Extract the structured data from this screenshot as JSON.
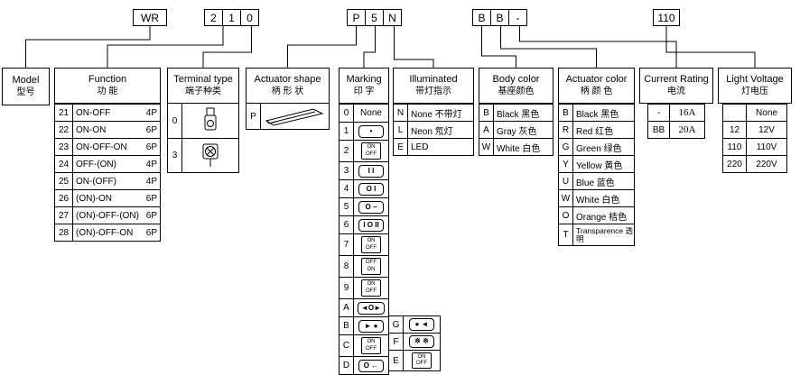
{
  "code": {
    "model": "WR",
    "function_terminal": [
      "2",
      "1",
      "0"
    ],
    "shape_marking_illum": [
      "P",
      "5",
      "N"
    ],
    "color_rating": [
      "B",
      "B",
      "-"
    ],
    "voltage": "110"
  },
  "columns": {
    "model": {
      "title": "Model",
      "subtitle": "型号"
    },
    "function": {
      "title": "Function",
      "subtitle": "功 能",
      "rows": [
        {
          "code": "21",
          "label": "ON-OFF",
          "poles": "4P"
        },
        {
          "code": "22",
          "label": "ON-ON",
          "poles": "6P"
        },
        {
          "code": "23",
          "label": "ON-OFF-ON",
          "poles": "6P"
        },
        {
          "code": "24",
          "label": "OFF-(ON)",
          "poles": "4P"
        },
        {
          "code": "25",
          "label": "ON-(OFF)",
          "poles": "4P"
        },
        {
          "code": "26",
          "label": "(ON)-ON",
          "poles": "6P"
        },
        {
          "code": "27",
          "label": "(ON)-OFF-(ON)",
          "poles": "6P"
        },
        {
          "code": "28",
          "label": "(ON)-OFF-ON",
          "poles": "6P"
        }
      ]
    },
    "terminal": {
      "title": "Terminal type",
      "subtitle": "端子种类",
      "rows": [
        {
          "code": "0",
          "icon": "solder-lug-terminal"
        },
        {
          "code": "3",
          "icon": "pcb-terminal"
        }
      ]
    },
    "actuator_shape": {
      "title": "Actuator shape",
      "subtitle": "柄 形 状",
      "rows": [
        {
          "code": "P",
          "icon": "rocker-paddle"
        }
      ]
    },
    "marking": {
      "title": "Marking",
      "subtitle": "印 字",
      "rows": [
        {
          "code": "0",
          "kind": "m-text",
          "glyph": "None"
        },
        {
          "code": "1",
          "kind": "m-chip",
          "glyph": "•"
        },
        {
          "code": "2",
          "kind": "m-vchip",
          "glyph": "ON\nOFF"
        },
        {
          "code": "3",
          "kind": "m-chip",
          "glyph": "I I"
        },
        {
          "code": "4",
          "kind": "m-chip",
          "glyph": "O I"
        },
        {
          "code": "5",
          "kind": "m-chip",
          "glyph": "O −"
        },
        {
          "code": "6",
          "kind": "m-chip",
          "glyph": "I O II"
        },
        {
          "code": "7",
          "kind": "m-vchip",
          "glyph": "ON\nOFF"
        },
        {
          "code": "8",
          "kind": "m-vchip",
          "glyph": "OFF\nON"
        },
        {
          "code": "9",
          "kind": "m-vchip",
          "glyph": "ON\nOFF"
        },
        {
          "code": "A",
          "kind": "m-chip",
          "glyph": "◄O►"
        },
        {
          "code": "B",
          "kind": "m-chip",
          "glyph": "► ●"
        },
        {
          "code": "C",
          "kind": "m-vchip",
          "glyph": "ON\nOFF"
        },
        {
          "code": "D",
          "kind": "m-chip",
          "glyph": "O ←"
        }
      ],
      "extra_rows": [
        {
          "code": "G",
          "kind": "m-chip",
          "glyph": "● ◄"
        },
        {
          "code": "F",
          "kind": "m-chip",
          "glyph": "※ ※"
        },
        {
          "code": "E",
          "kind": "m-vchip",
          "glyph": "ON\nOFF"
        }
      ]
    },
    "illuminated": {
      "title": "Illuminated",
      "subtitle": "带灯指示",
      "rows": [
        {
          "code": "N",
          "label": "None 不带灯"
        },
        {
          "code": "L",
          "label": "Neon 氖灯"
        },
        {
          "code": "E",
          "label": "LED"
        }
      ]
    },
    "body_color": {
      "title": "Body color",
      "subtitle": "基座颜色",
      "rows": [
        {
          "code": "B",
          "label": "Black 黑色"
        },
        {
          "code": "A",
          "label": "Gray 灰色"
        },
        {
          "code": "W",
          "label": "White 白色"
        }
      ]
    },
    "actuator_color": {
      "title": "Actuator color",
      "subtitle": "柄 颜 色",
      "rows": [
        {
          "code": "B",
          "label": "Black 黑色"
        },
        {
          "code": "R",
          "label": "Red 红色"
        },
        {
          "code": "G",
          "label": "Green 绿色"
        },
        {
          "code": "Y",
          "label": "Yellow 黄色"
        },
        {
          "code": "U",
          "label": "Blue 蓝色"
        },
        {
          "code": "W",
          "label": "White 白色"
        },
        {
          "code": "O",
          "label": "Orange 桔色"
        },
        {
          "code": "T",
          "label": "Transparence 透明",
          "kind": "tall"
        }
      ]
    },
    "current_rating": {
      "title": "Current Rating",
      "subtitle": "电流",
      "rows": [
        {
          "code": "-",
          "label": "16A"
        },
        {
          "code": "BB",
          "label": "20A"
        }
      ]
    },
    "light_voltage": {
      "title": "Light Voltage",
      "subtitle": "灯电压",
      "rows": [
        {
          "code": "",
          "label": "None"
        },
        {
          "code": "12",
          "label": "12V"
        },
        {
          "code": "110",
          "label": "110V"
        },
        {
          "code": "220",
          "label": "220V"
        }
      ]
    }
  }
}
